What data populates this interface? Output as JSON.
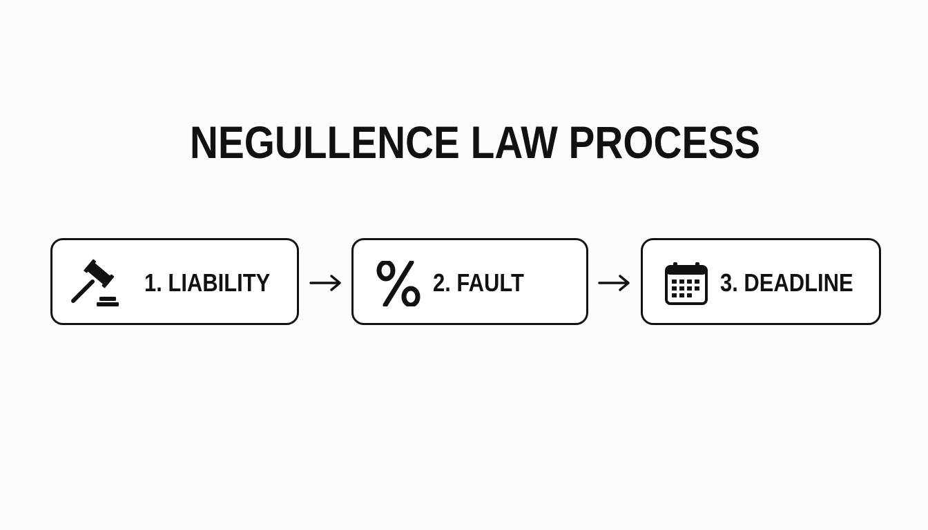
{
  "title": "NEGULLENCE LAW PROCESS",
  "steps": [
    {
      "label": "1. LIABILITY",
      "icon": "gavel-icon"
    },
    {
      "label": "2. FAULT",
      "icon": "percent-icon"
    },
    {
      "label": "3. DEADLINE",
      "icon": "calendar-icon"
    }
  ],
  "connector_icon": "arrow-right-icon",
  "colors": {
    "background": "#fcfcfc",
    "ink": "#111111",
    "box_fill": "#ffffff"
  }
}
